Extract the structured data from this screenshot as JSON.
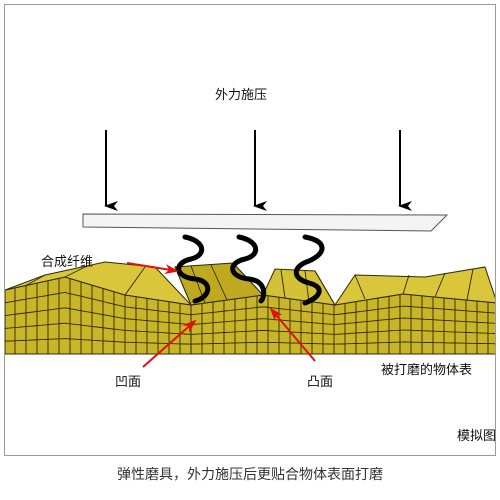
{
  "labels": {
    "force": "外力施压",
    "fiber": "合成纤维",
    "concave": "凹面",
    "convex": "凸面",
    "surface": "被打磨的物体表",
    "sim": "模拟图"
  },
  "caption": "弹性磨具，外力施压后更贴合物体表面打磨",
  "colors": {
    "surface_fill": "#c9b52a",
    "grid_line": "#2e2a05",
    "fiber": "#000000",
    "annotation_arrow": "#e01010",
    "plate": "#f4f4f4"
  }
}
